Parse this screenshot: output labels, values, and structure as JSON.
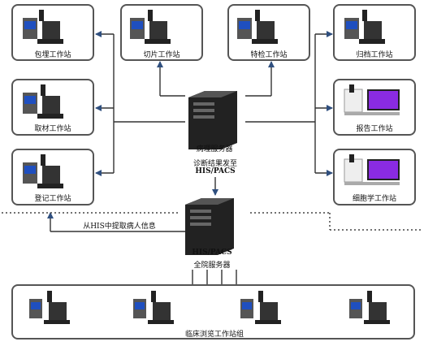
{
  "stations": {
    "baomai": "包埋工作站",
    "qiepian": "切片工作站",
    "tejian": "特检工作站",
    "guidang": "归档工作站",
    "qucai": "取材工作站",
    "baogao": "报告工作站",
    "dengji": "登记工作站",
    "xibao": "细胞学工作站"
  },
  "servers": {
    "pathology": "病理服务器",
    "his_pacs_line1": "HIS/PACS",
    "his_pacs_line2": "全院服务器"
  },
  "notes": {
    "diagnosis_line1": "诊断结果发至",
    "diagnosis_line2": "HIS/PACS",
    "fetch_patient": "从HIS中提取病人信息"
  },
  "clinical_group": "临床浏览工作站组",
  "colors": {
    "border": "#555555",
    "line": "#333333",
    "arrow": "#2f4f7f",
    "screen_blue": "#1f4fbf",
    "screen_purple": "#8a2be2"
  }
}
